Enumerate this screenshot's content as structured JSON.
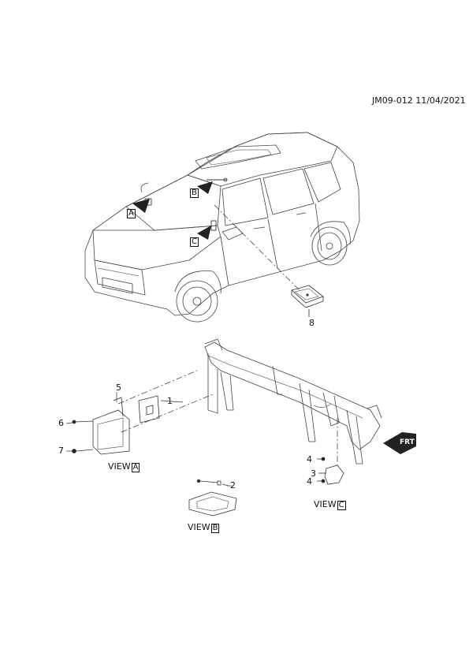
{
  "header": {
    "doc_code": "JM09-012 11/04/2021"
  },
  "car_view_markers": [
    {
      "letter": "A"
    },
    {
      "letter": "B"
    },
    {
      "letter": "C"
    }
  ],
  "callouts": {
    "c1": "1",
    "c2": "2",
    "c3": "3",
    "c4a": "4",
    "c4b": "4",
    "c5": "5",
    "c6": "6",
    "c7": "7",
    "c8": "8"
  },
  "views": {
    "a": {
      "word": "VIEW",
      "letter": "A"
    },
    "b": {
      "word": "VIEW",
      "letter": "B"
    },
    "c": {
      "word": "VIEW",
      "letter": "C"
    }
  },
  "front_marker": {
    "text": "FRT"
  }
}
